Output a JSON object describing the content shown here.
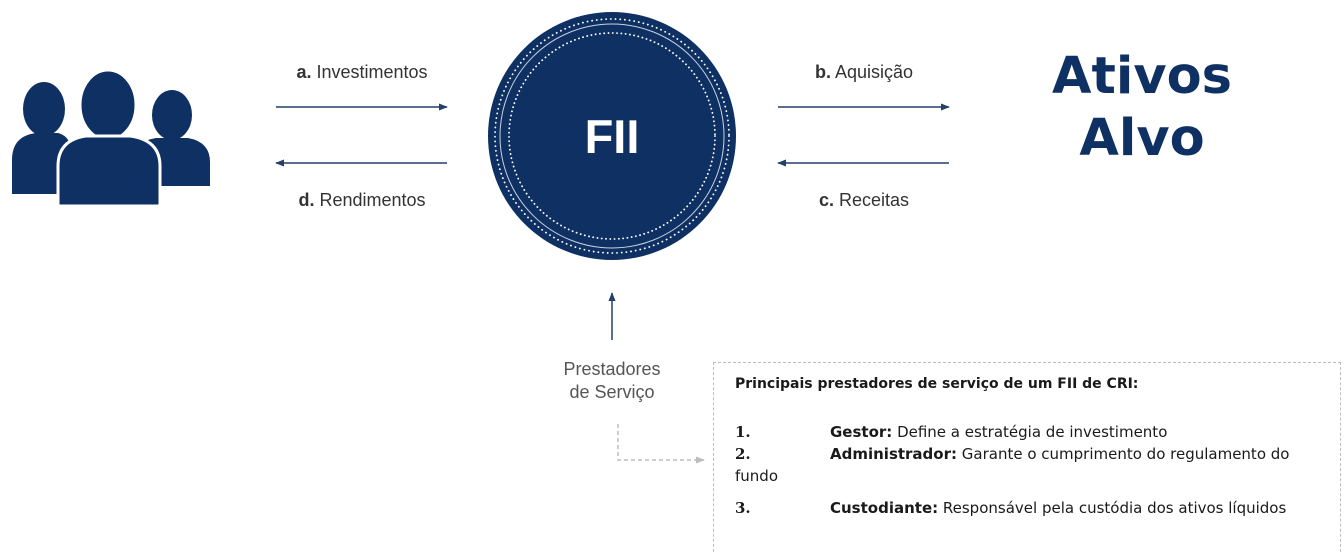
{
  "diagram": {
    "flows": {
      "a": {
        "letter": "a.",
        "text": "Investimentos"
      },
      "b": {
        "letter": "b.",
        "text": "Aquisição"
      },
      "c": {
        "letter": "c.",
        "text": "Receitas"
      },
      "d": {
        "letter": "d.",
        "text": "Rendimentos"
      }
    },
    "center_label": "FII",
    "target": {
      "line1": "Ativos",
      "line2": "Alvo"
    },
    "service_providers": {
      "line1": "Prestadores",
      "line2": "de Serviço"
    },
    "icons": {
      "investors": "investors-group-icon"
    },
    "colors": {
      "navy": "#0f3063",
      "arrow": "#253f6b",
      "text": "#333333",
      "dashed": "#bdbdbd"
    }
  },
  "info_box": {
    "title": "Principais prestadores de serviço de um FII de CRI:",
    "items": [
      {
        "number": "1.",
        "term": "Gestor:",
        "description": " Define a estratégia de investimento"
      },
      {
        "number": "2.",
        "term": "Administrador:",
        "description": " Garante o cumprimento do regulamento do fundo"
      },
      {
        "number": "3.",
        "term": "Custodiante:",
        "description": " Responsável pela custódia dos ativos líquidos"
      }
    ]
  }
}
